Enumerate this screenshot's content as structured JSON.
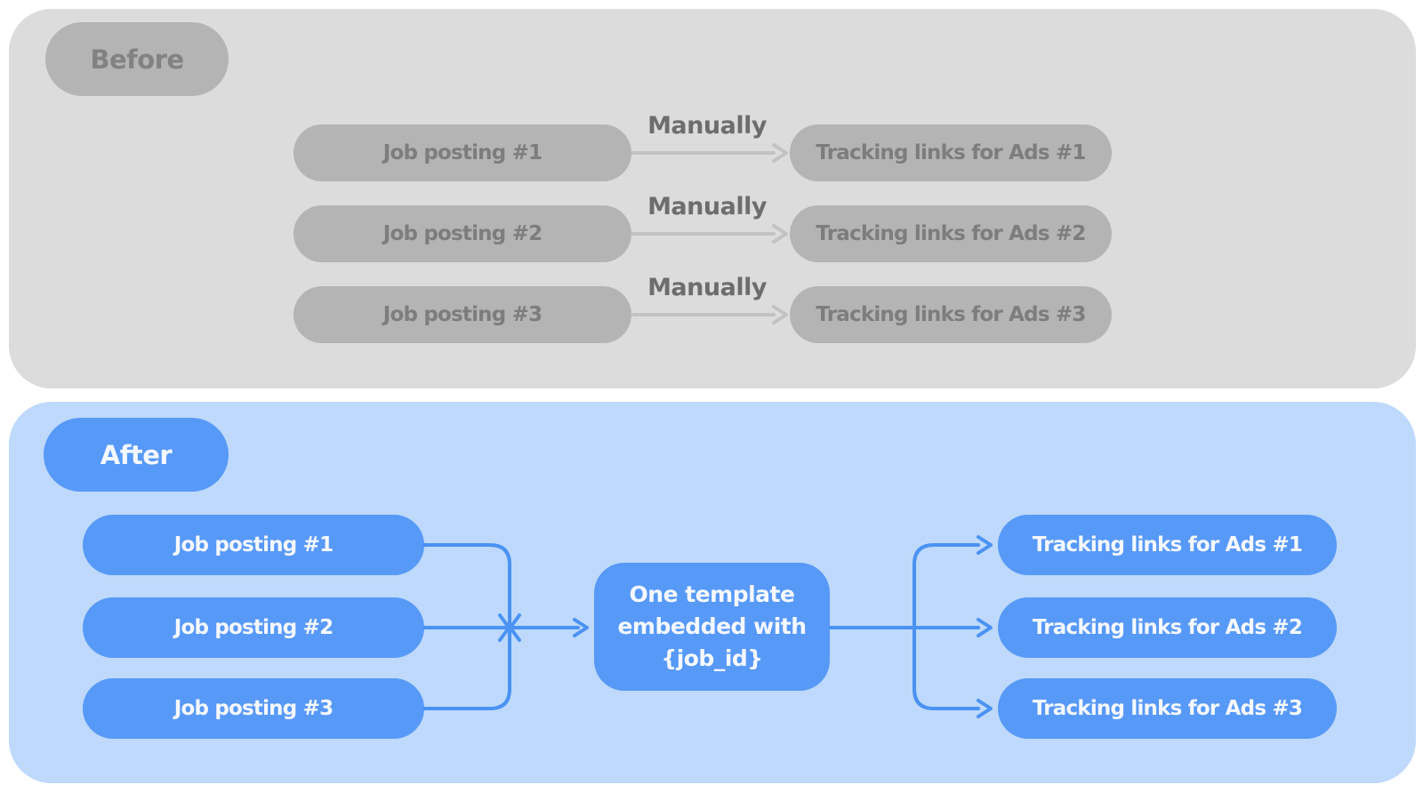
{
  "before": {
    "badge": "Before",
    "rows": [
      {
        "source": "Job posting #1",
        "arrow_label": "Manually",
        "target": "Tracking links for Ads #1"
      },
      {
        "source": "Job posting #2",
        "arrow_label": "Manually",
        "target": "Tracking links for Ads #2"
      },
      {
        "source": "Job posting #3",
        "arrow_label": "Manually",
        "target": "Tracking links for Ads #3"
      }
    ],
    "colors": {
      "panel": "#dcdcdc",
      "pill": "#b4b4b4",
      "pill_text": "#7d7d7d",
      "badge_text": "#828282",
      "arrow": "#c2c2c2",
      "arrow_label_text": "#6d6d6d"
    }
  },
  "after": {
    "badge": "After",
    "sources": [
      "Job posting #1",
      "Job posting #2",
      "Job posting #3"
    ],
    "center_node_lines": [
      "One template",
      "embedded with",
      "{job_id}"
    ],
    "targets": [
      "Tracking links for Ads #1",
      "Tracking links for Ads #2",
      "Tracking links for Ads #3"
    ],
    "colors": {
      "panel": "#bed9fb",
      "pill": "#5799f7",
      "pill_text": "#f5f8fe",
      "connector": "#4a92f3"
    }
  }
}
